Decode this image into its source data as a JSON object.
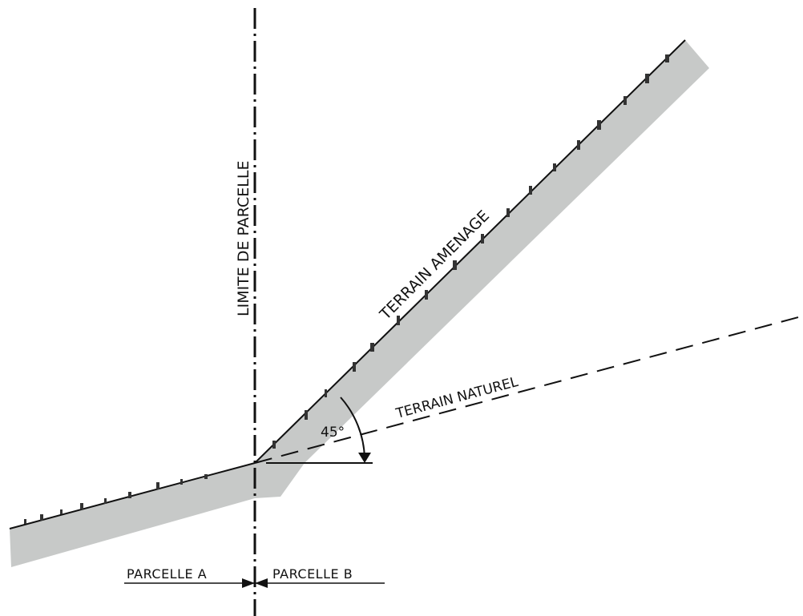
{
  "labels": {
    "limit": "LIMITE DE PARCELLE",
    "terrain_amenage": "TERRAIN AMENAGE",
    "terrain_naturel": "TERRAIN NATUREL",
    "angle": "45°",
    "parcel_a": "PARCELLE A",
    "parcel_b": "PARCELLE B"
  },
  "colors": {
    "fill": "#c7c9c8",
    "line": "#111111"
  }
}
